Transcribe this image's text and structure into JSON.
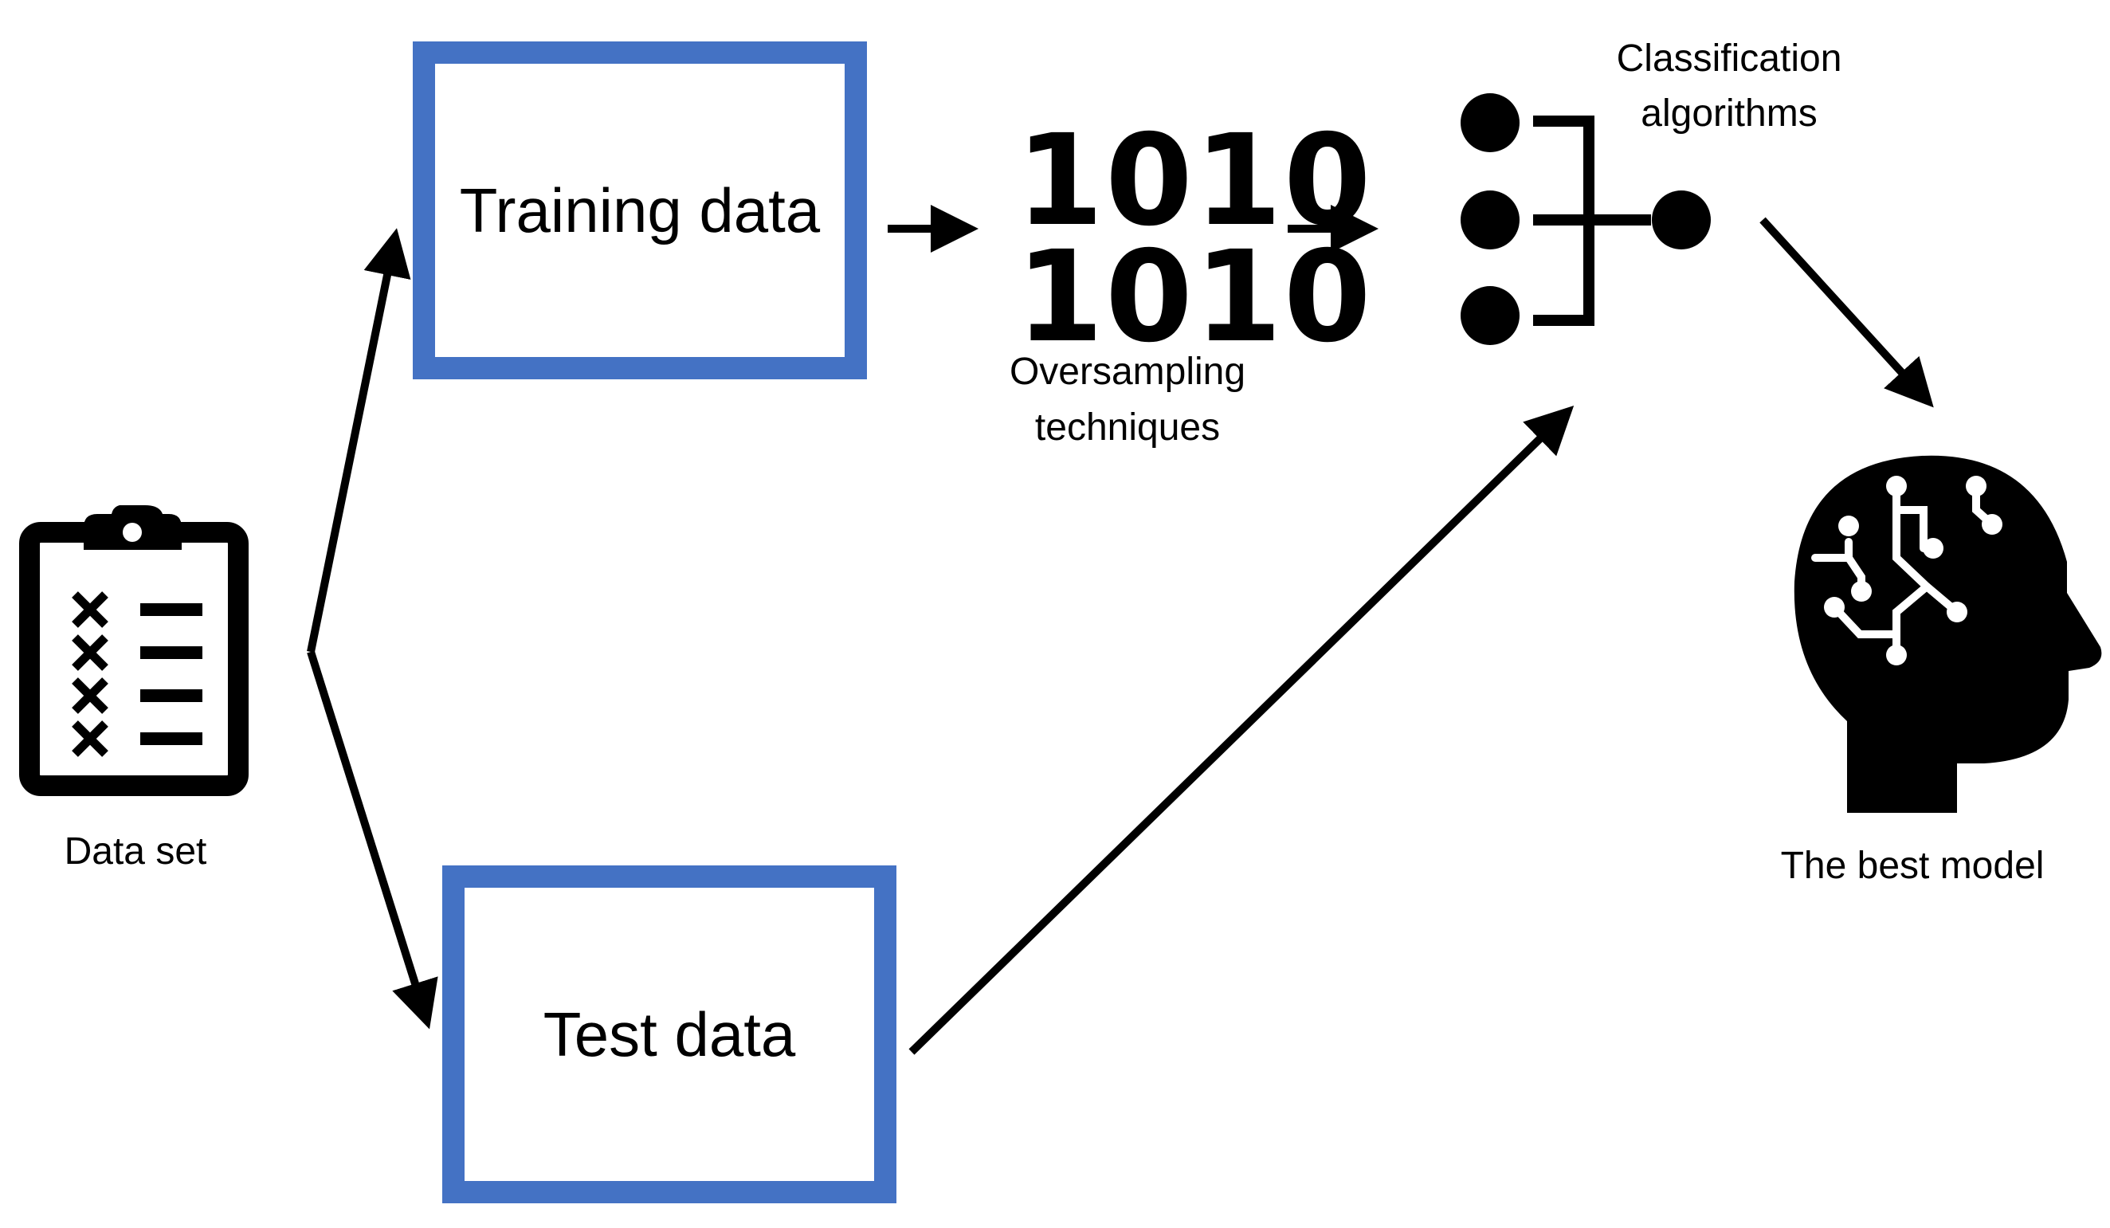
{
  "dataset": {
    "label": "Data set",
    "icon": "clipboard-checklist-icon"
  },
  "training": {
    "label": "Training data"
  },
  "test": {
    "label": "Test data"
  },
  "oversampling": {
    "binary_top": "1010",
    "binary_bottom": "1010",
    "label_line1": "Oversampling",
    "label_line2": "techniques",
    "icon": "binary-icon"
  },
  "classification": {
    "label_line1": "Classification",
    "label_line2": "algorithms",
    "icon": "network-nodes-icon"
  },
  "model": {
    "label": "The best model",
    "icon": "ai-head-icon"
  },
  "colors": {
    "box_border": "#4472C4",
    "stroke": "#000000"
  }
}
